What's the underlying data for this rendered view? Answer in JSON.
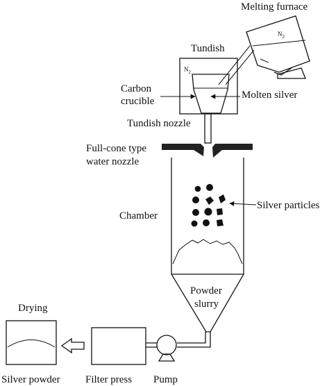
{
  "labels": {
    "melting_furnace": "Melting furnace",
    "n2_furnace": "N",
    "n2_furnace_sub": "2",
    "tundish": "Tundish",
    "n2_tundish": "N",
    "n2_tundish_sub": "2",
    "carbon_crucible_1": "Carbon",
    "carbon_crucible_2": "crucible",
    "molten_silver": "Molten silver",
    "tundish_nozzle": "Tundish nozzle",
    "water_nozzle_1": "Full-cone type",
    "water_nozzle_2": "water nozzle",
    "silver_particles": "Silver particles",
    "chamber": "Chamber",
    "powder_slurry_1": "Powder",
    "powder_slurry_2": "slurry",
    "drying": "Drying",
    "silver_powder": "Silver powder",
    "filter_press": "Filter press",
    "pump": "Pump"
  }
}
